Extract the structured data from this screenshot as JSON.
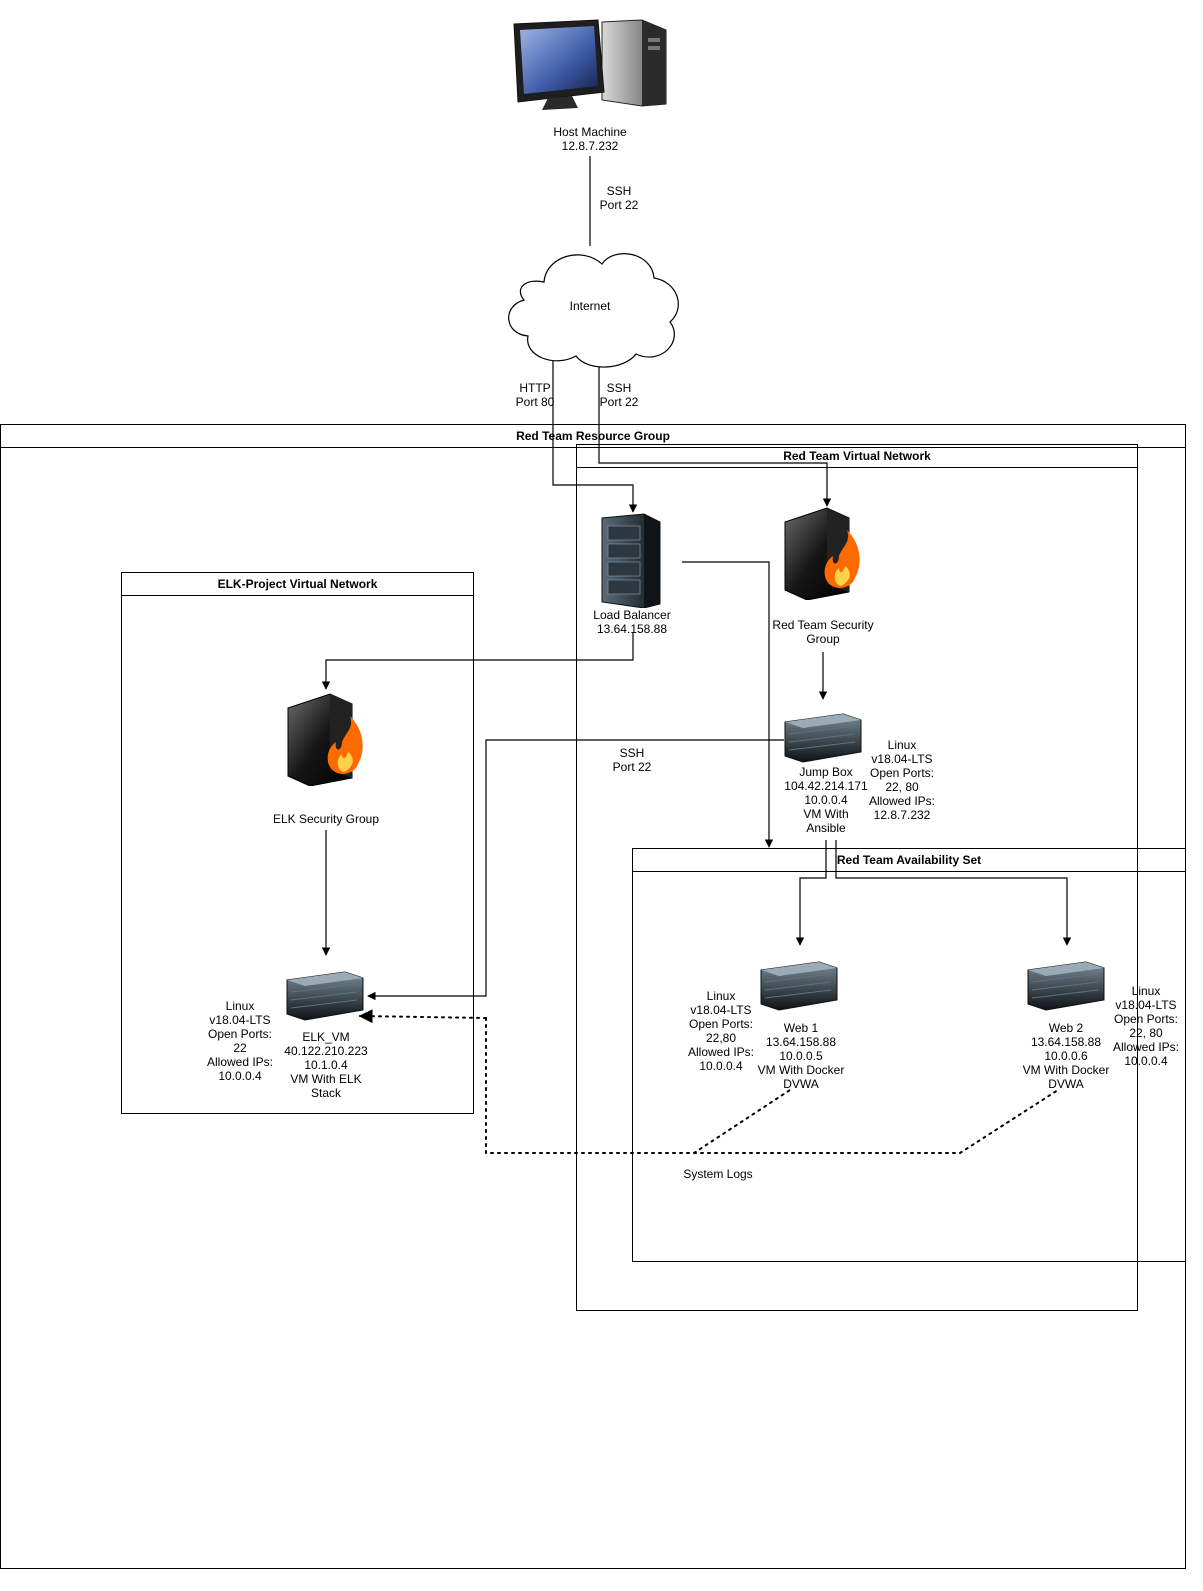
{
  "host": {
    "name": "Host Machine",
    "ip": "12.8.7.232"
  },
  "internet": {
    "label": "Internet"
  },
  "links": {
    "host_internet": "SSH\nPort 22",
    "internet_lb": "HTTP\nPort 80",
    "internet_sg": "SSH\nPort 22",
    "jump_elk": "SSH\nPort 22",
    "system_logs": "System Logs"
  },
  "groups": {
    "resource_group": "Red Team Resource Group",
    "red_vnet": "Red Team Virtual Network",
    "elk_vnet": "ELK-Project Virtual Network",
    "availability_set": "Red Team Availability Set"
  },
  "nodes": {
    "load_balancer": "Load Balancer\n13.64.158.88",
    "red_security_group": "Red Team Security\nGroup",
    "elk_security_group": "ELK Security Group",
    "jump_box": "Jump Box\n104.42.214.171\n10.0.0.4\nVM With\nAnsible",
    "jump_box_info": "Linux\nv18.04-LTS\nOpen Ports:\n22, 80\nAllowed IPs:\n12.8.7.232",
    "elk_vm": "ELK_VM\n40.122.210.223\n10.1.0.4\nVM With ELK\nStack",
    "elk_vm_info": "Linux\nv18.04-LTS\nOpen Ports:\n22\nAllowed IPs:\n10.0.0.4",
    "web1": "Web 1\n13.64.158.88\n10.0.0.5\nVM With Docker\nDVWA",
    "web1_info": "Linux\nv18.04-LTS\nOpen Ports:\n22,80\nAllowed IPs:\n10.0.0.4",
    "web2": "Web 2\n13.64.158.88\n10.0.0.6\nVM With Docker\nDVWA",
    "web2_info": "Linux\nv18.04-LTS\nOpen Ports:\n22, 80\nAllowed IPs:\n10.0.0.4"
  },
  "colors": {
    "line": "#000000",
    "firewall_flame": "#ff6a00",
    "server_dark": "#1c2226"
  }
}
